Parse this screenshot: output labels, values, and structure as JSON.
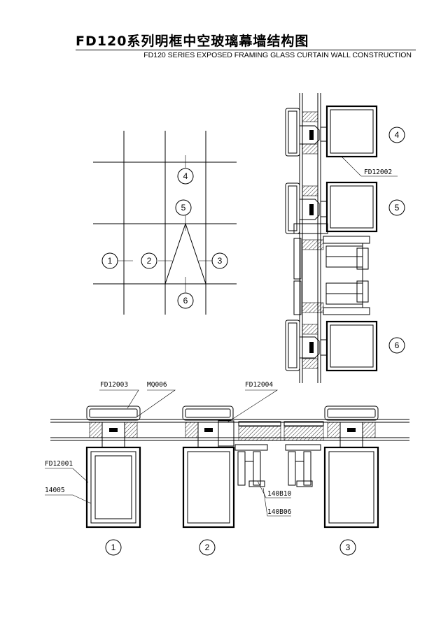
{
  "title": {
    "cn": "FD120系列明框中空玻璃幕墙结构图",
    "en": "FD120 SERIES EXPOSED FRAMING GLASS CURTAIN WALL CONSTRUCTION"
  },
  "grid_markers": [
    "1",
    "2",
    "3",
    "4",
    "5",
    "6"
  ],
  "section_markers_vertical": [
    "4",
    "5",
    "6"
  ],
  "section_markers_horizontal": [
    "1",
    "2",
    "3"
  ],
  "part_labels": {
    "fd12002": "FD12002",
    "fd12003": "FD12003",
    "mq006": "MQ006",
    "fd12004": "FD12004",
    "fd12001": "FD12001",
    "p14005": "14005",
    "p140b10": "140B10",
    "p140b06": "140B06"
  }
}
